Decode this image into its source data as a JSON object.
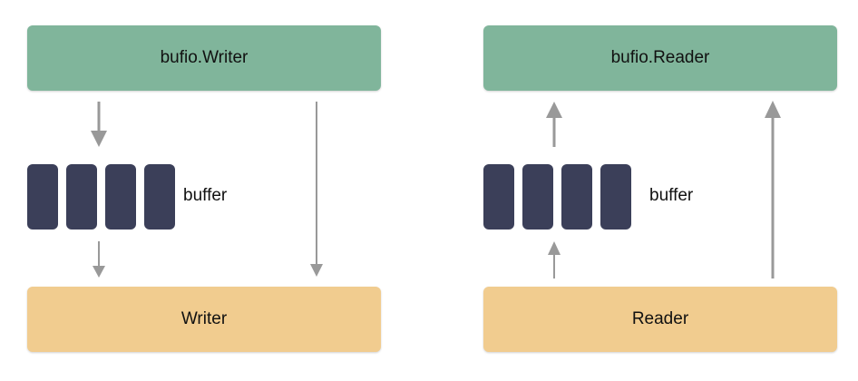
{
  "colors": {
    "top_box": "#80b59b",
    "bottom_box": "#f1cc8f",
    "buffer_cell": "#3b3f59",
    "arrow": "#999999"
  },
  "writer_side": {
    "top_label": "bufio.Writer",
    "buffer_label": "buffer",
    "bottom_label": "Writer",
    "buffer_cell_count": 4
  },
  "reader_side": {
    "top_label": "bufio.Reader",
    "buffer_label": "buffer",
    "bottom_label": "Reader",
    "buffer_cell_count": 4
  }
}
